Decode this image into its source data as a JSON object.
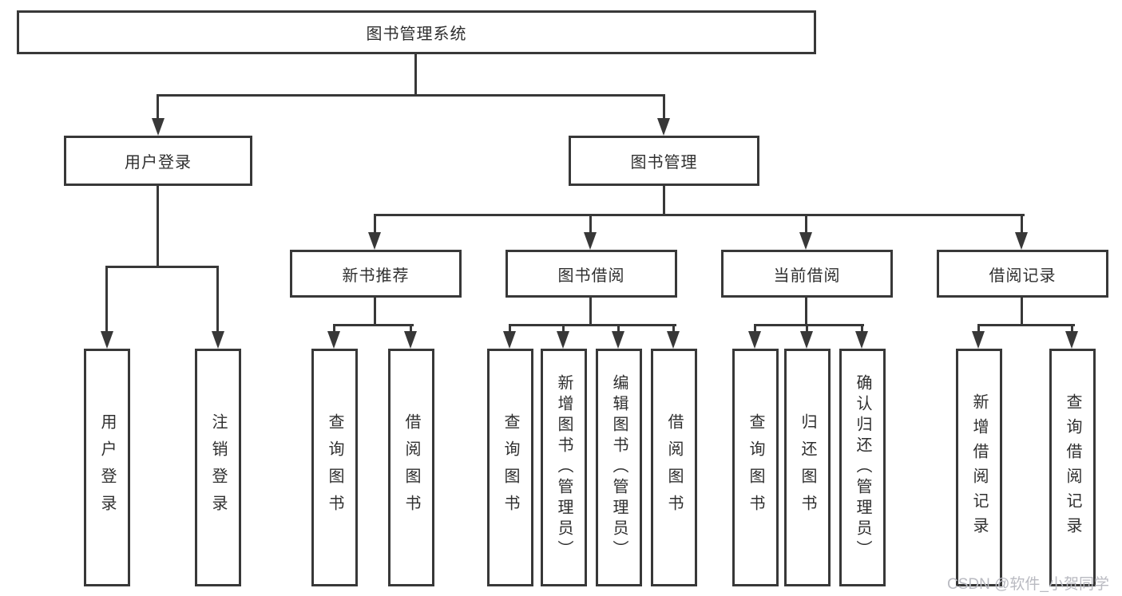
{
  "colors": {
    "line": "#383838",
    "text": "#2f2f2f",
    "box_bg": "#ffffff",
    "watermark": "#b9bac1"
  },
  "watermark": {
    "text": "CSDN @软件_小贺同学"
  },
  "nodes": {
    "root": {
      "label": "图书管理系统"
    },
    "level2": [
      {
        "label": "用户登录"
      },
      {
        "label": "图书管理"
      }
    ],
    "level3": [
      {
        "label": "新书推荐",
        "parent": "图书管理"
      },
      {
        "label": "图书借阅",
        "parent": "图书管理"
      },
      {
        "label": "当前借阅",
        "parent": "图书管理"
      },
      {
        "label": "借阅记录",
        "parent": "图书管理"
      }
    ],
    "leaves": [
      {
        "label": "用户登录",
        "parent": "用户登录"
      },
      {
        "label": "注销登录",
        "parent": "用户登录"
      },
      {
        "label": "查询图书",
        "parent": "新书推荐"
      },
      {
        "label": "借阅图书",
        "parent": "新书推荐"
      },
      {
        "label": "查询图书",
        "parent": "图书借阅"
      },
      {
        "label": "新增图书（管理员）",
        "parent": "图书借阅"
      },
      {
        "label": "编辑图书（管理员）",
        "parent": "图书借阅"
      },
      {
        "label": "借阅图书",
        "parent": "图书借阅"
      },
      {
        "label": "查询图书",
        "parent": "当前借阅"
      },
      {
        "label": "归还图书",
        "parent": "当前借阅"
      },
      {
        "label": "确认归还（管理员）",
        "parent": "当前借阅"
      },
      {
        "label": "新增借阅记录",
        "parent": "借阅记录"
      },
      {
        "label": "查询借阅记录",
        "parent": "借阅记录"
      }
    ]
  }
}
